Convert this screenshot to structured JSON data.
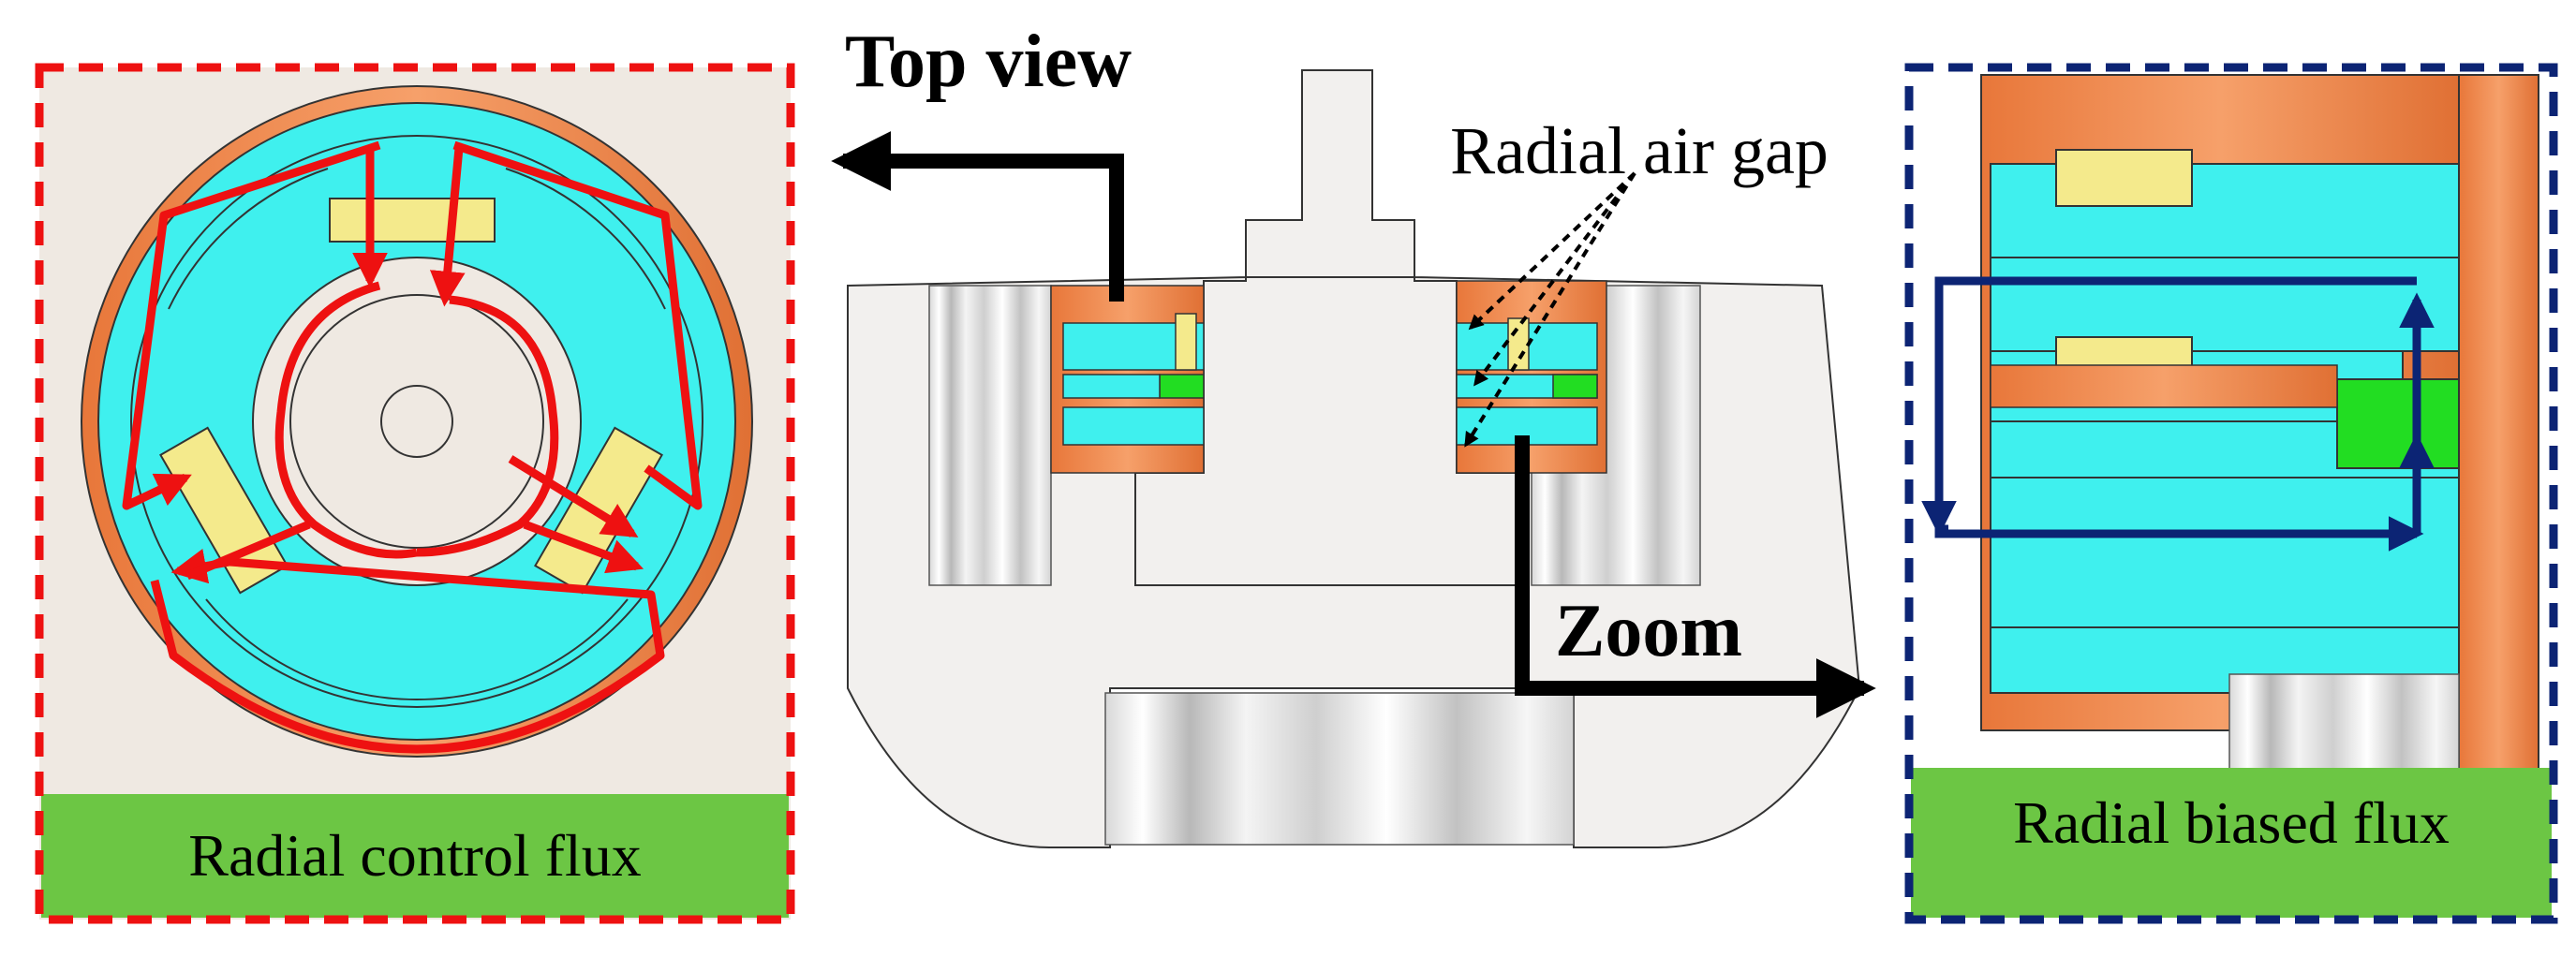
{
  "labels": {
    "top_view": "Top view",
    "radial_air_gap": "Radial air gap",
    "zoom": "Zoom",
    "radial_control_flux": "Radial control flux",
    "radial_biased_flux": "Radial biased flux"
  },
  "colors": {
    "cyan": "#3ff0ee",
    "copper": "#f08a4b",
    "yellow": "#f4ea8c",
    "green": "#22dd22",
    "red": "#ee1111",
    "navy": "#0c2474",
    "label_green": "#6cc644",
    "body_gray": "#f2f0ee"
  }
}
